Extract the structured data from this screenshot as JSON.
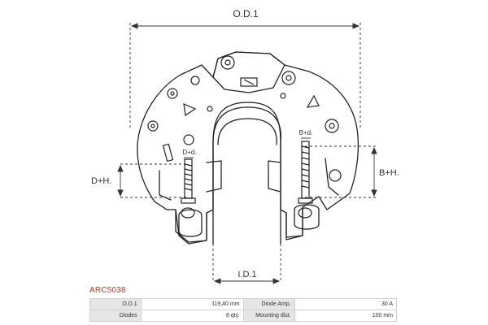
{
  "labels": {
    "od": "O.D.1",
    "id": "I.D.1",
    "dh": "D+H.",
    "bh": "B+H.",
    "dd": "D+d.",
    "bd": "B+d."
  },
  "part_code": "ARC5038",
  "specs": [
    [
      {
        "key": "O.D.1",
        "value": "119,40 mm"
      },
      {
        "key": "Diode Amp.",
        "value": "30 A"
      }
    ],
    [
      {
        "key": "Diodes",
        "value": "8 qty."
      },
      {
        "key": "Mounting dist.",
        "value": "100 mm"
      }
    ]
  ],
  "colors": {
    "line": "#222222",
    "part_code": "#c0392b"
  },
  "icons": [
    "rectifier-drawing",
    "diode-triangle",
    "mounting-bolt"
  ]
}
